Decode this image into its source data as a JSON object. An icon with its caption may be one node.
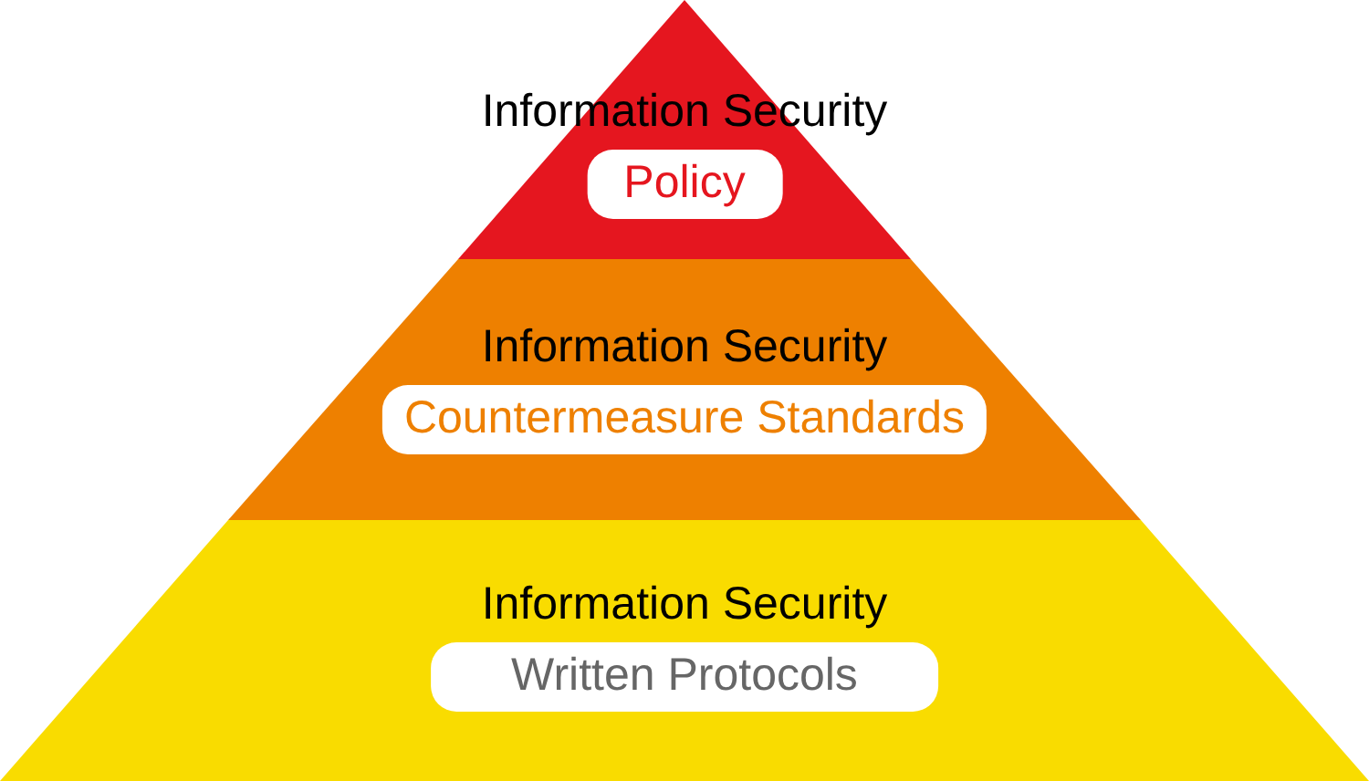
{
  "diagram": {
    "nodes": [
      {
        "text": [
          "Information Security",
          "Policy"
        ]
      },
      {
        "text": [
          "Information Security",
          "Countermeasure Standards"
        ]
      },
      {
        "text": [
          "Information Security",
          "Written Protocols"
        ]
      }
    ]
  }
}
